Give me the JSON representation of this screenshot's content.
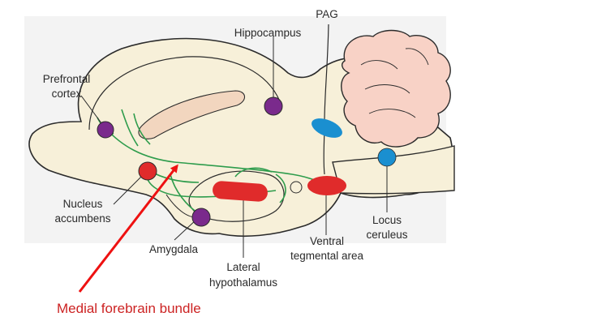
{
  "labels": {
    "pag": "PAG",
    "hippocampus": "Hippocampus",
    "prefrontal_1": "Prefrontal",
    "prefrontal_2": "cortex",
    "nucleus_1": "Nucleus",
    "nucleus_2": "accumbens",
    "amygdala": "Amygdala",
    "lateral_1": "Lateral",
    "lateral_2": "hypothalamus",
    "ventral_1": "Ventral",
    "ventral_2": "tegmental area",
    "locus_1": "Locus",
    "locus_2": "ceruleus"
  },
  "annotation": {
    "text": "Medial forebrain bundle"
  },
  "colors": {
    "brain_fill": "#f7f0d9",
    "background_panel": "#f2f2f2",
    "outline": "#2b2b2b",
    "cerebellum": "#f8d2c6",
    "ventricle": "#f2d6bf",
    "pathway_green": "#2e9c4c",
    "purple_node": "#7a2a8c",
    "red_node": "#e02b2b",
    "blue_node": "#1a8fd0",
    "arrow_red": "#ee1111",
    "caption_red": "#cc2222"
  }
}
